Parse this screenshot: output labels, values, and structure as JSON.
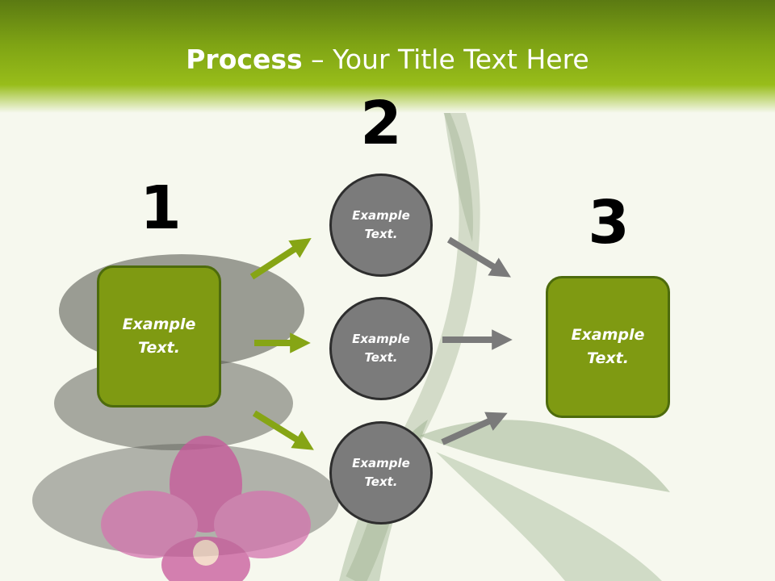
{
  "title": {
    "bold": "Process",
    "rest": " – Your Title Text Here"
  },
  "steps": {
    "one": {
      "number": "1",
      "text": "Example Text."
    },
    "two": {
      "number": "2",
      "circles": [
        {
          "text": "Example Text."
        },
        {
          "text": "Example Text."
        },
        {
          "text": "Example Text."
        }
      ]
    },
    "three": {
      "number": "3",
      "text": "Example Text."
    }
  },
  "colors": {
    "header_green": "#7fa414",
    "box_green": "#7f9a12",
    "box_border": "#4d6b0c",
    "circle_gray": "#7b7b7b",
    "circle_border": "#2e2e2e",
    "arrow_green": "#86a515",
    "arrow_gray": "#7a7a7a"
  }
}
